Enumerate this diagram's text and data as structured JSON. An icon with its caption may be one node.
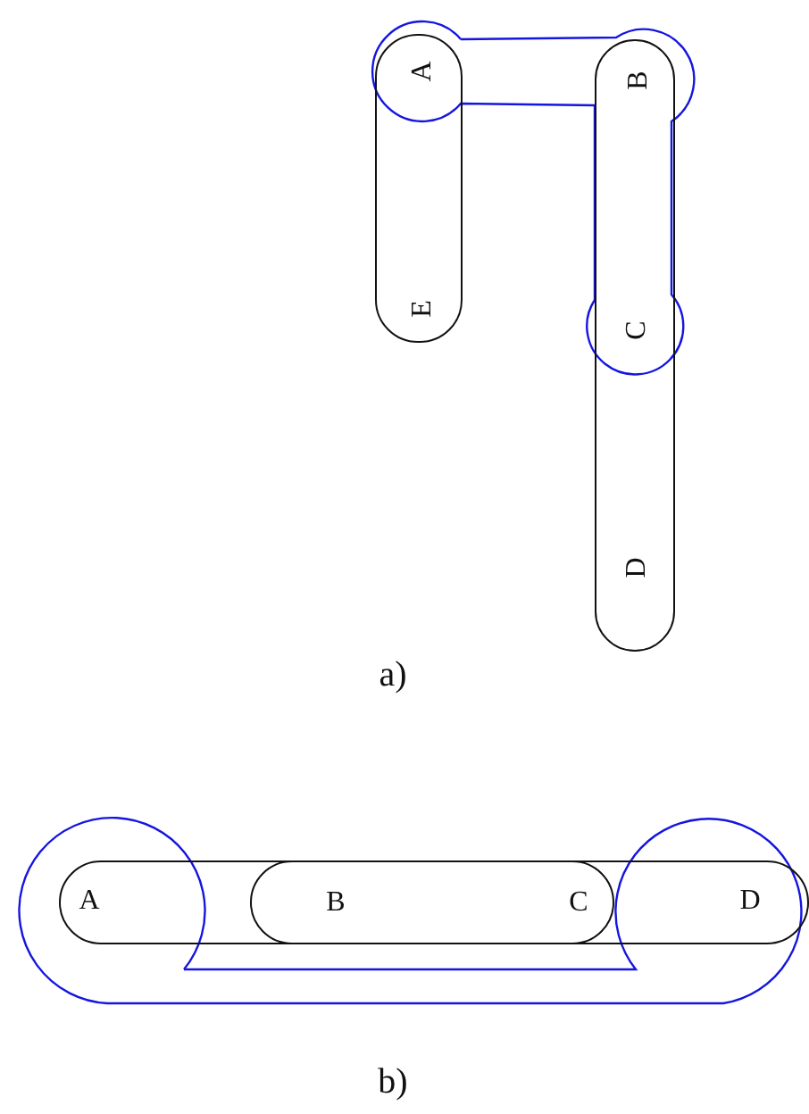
{
  "diagram": {
    "nodes": [
      {
        "text": [
          "A",
          "E"
        ]
      },
      {
        "text": [
          "B",
          "C",
          "D"
        ]
      },
      {
        "text": [
          "A",
          "D"
        ]
      },
      {
        "text": [
          "B",
          "C"
        ],
        "in": 2
      }
    ],
    "labels": [
      "a)",
      "b)"
    ]
  }
}
